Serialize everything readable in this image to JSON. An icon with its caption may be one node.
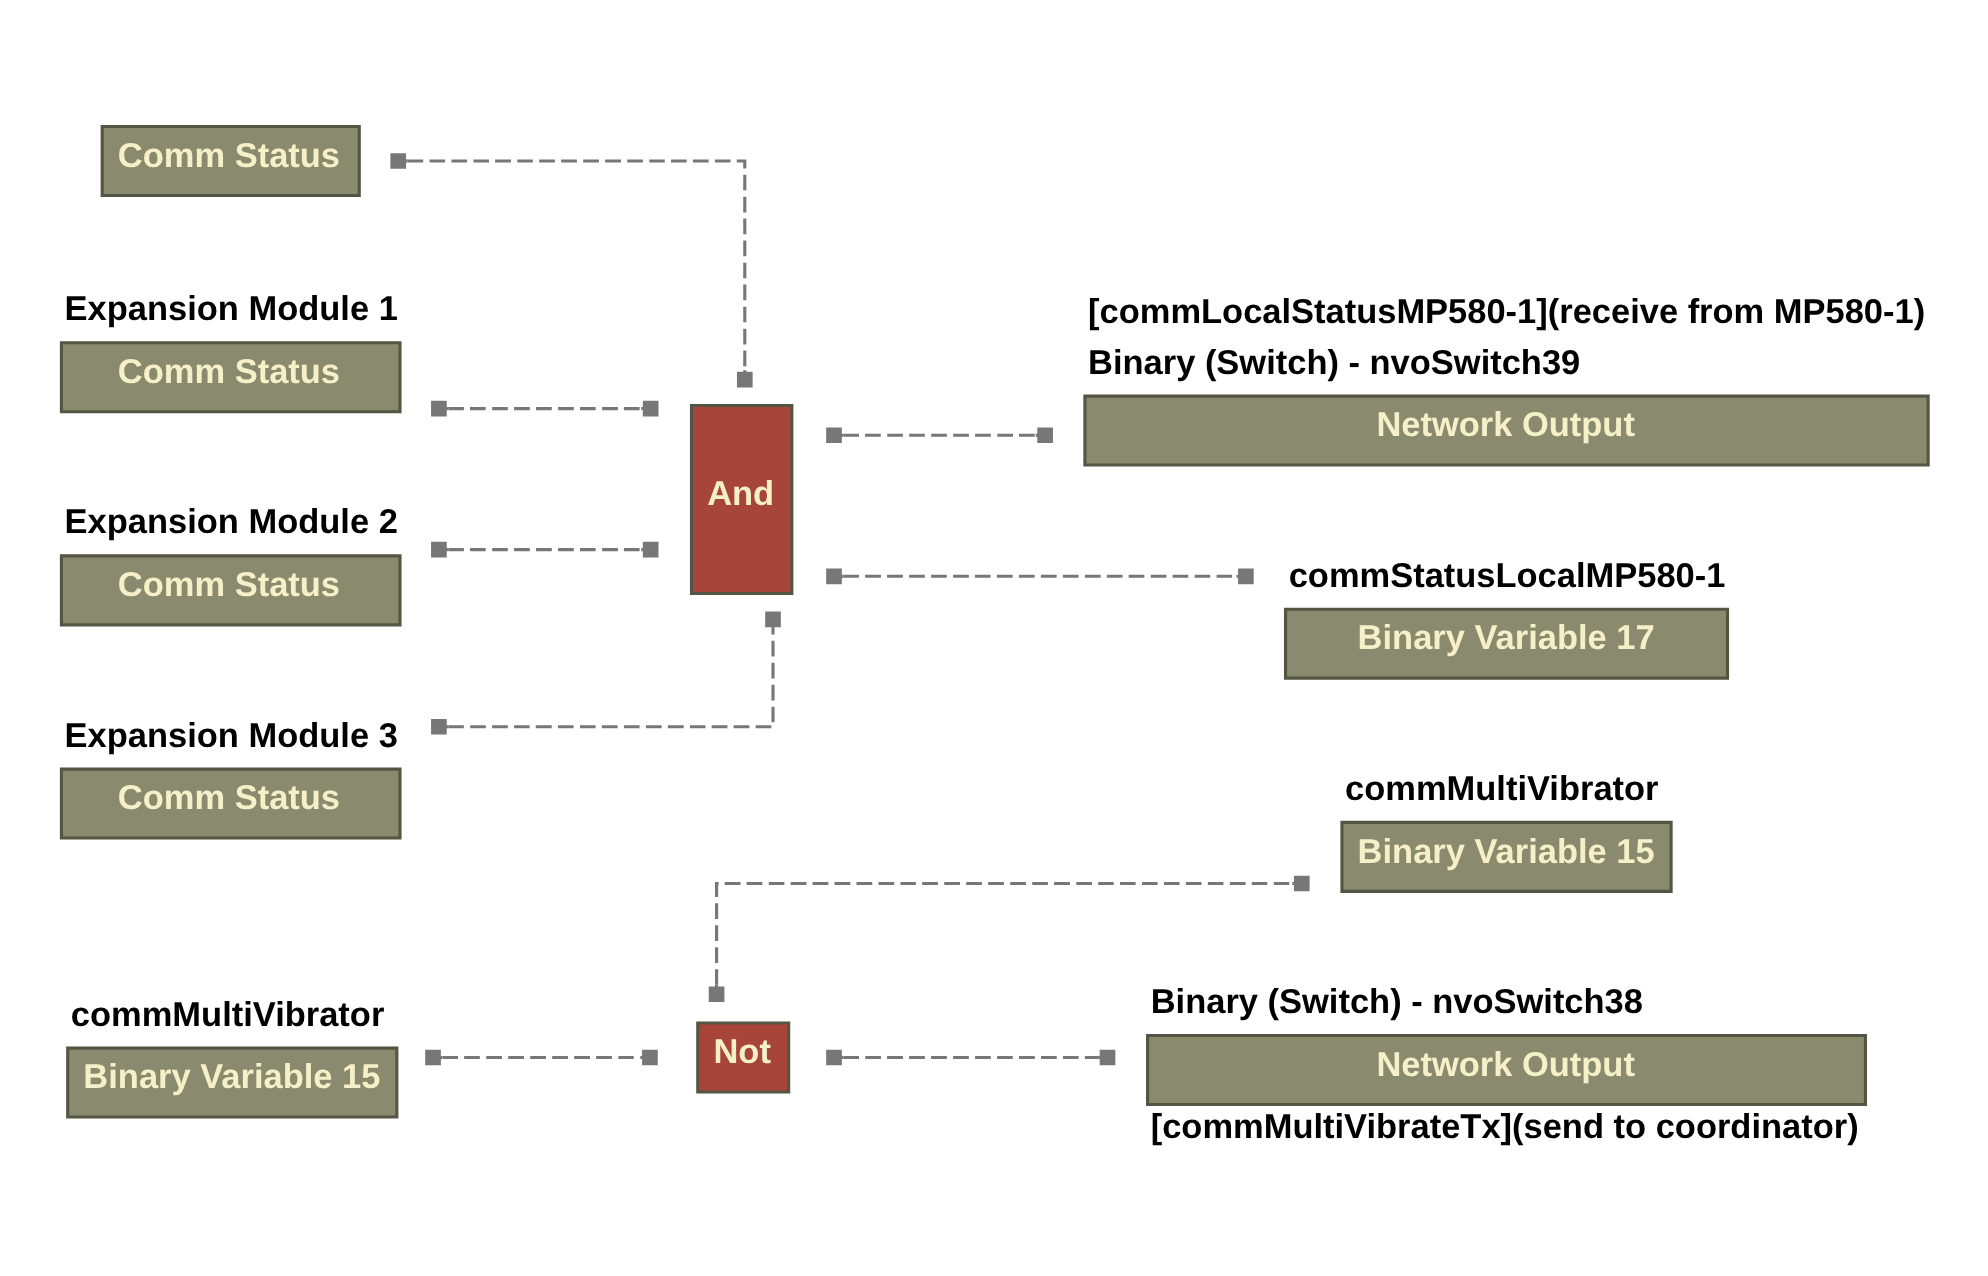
{
  "diagram": {
    "nodes": [
      {
        "text": [
          "commMultiVibrator",
          "Binary Variable 15"
        ]
      },
      {
        "text": [
          "Not"
        ]
      },
      {
        "text": [
          "commMultiVibrator",
          "Binary Variable 15"
        ]
      },
      {
        "text": [
          "Binary (Switch) - nvoSwitch38",
          "Network Output"
        ],
        "beside": [
          "[commMultiVibrateTx](send to coordinator)"
        ]
      },
      {
        "text": [
          "Comm Status"
        ]
      },
      {
        "text": [
          "Expansion Module 1",
          "Comm Status"
        ]
      },
      {
        "text": [
          "Expansion Module 2",
          "Comm Status"
        ]
      },
      {
        "text": [
          "Expansion Module 3",
          "Comm Status"
        ]
      },
      {
        "text": [
          "And"
        ]
      },
      {
        "text": [
          "[commLocalStatusMP580-1](receive from MP580-1)",
          "Binary (Switch) - nvoSwitch39",
          "Network Output"
        ]
      },
      {
        "text": [
          "commStatusLocalMP580-1",
          "Binary Variable 17"
        ]
      }
    ],
    "edges": [
      {
        "from": 0,
        "to": 1,
        "arrow": "other",
        "style": "dashed"
      },
      {
        "from": 1,
        "to": 2,
        "arrow": "other",
        "style": "dashed"
      },
      {
        "from": 1,
        "to": 3,
        "arrow": "other",
        "style": "dashed"
      },
      {
        "from": 4,
        "to": 8,
        "arrow": "other",
        "style": "dashed"
      },
      {
        "from": 5,
        "to": 8,
        "arrow": "other",
        "style": "dashed"
      },
      {
        "from": 6,
        "to": 8,
        "arrow": "other",
        "style": "dashed"
      },
      {
        "from": 7,
        "to": 8,
        "arrow": "other",
        "style": "dashed"
      },
      {
        "from": 8,
        "to": 9,
        "arrow": "other",
        "style": "dashed"
      },
      {
        "from": 8,
        "to": 10,
        "arrow": "other",
        "style": "dashed"
      }
    ]
  }
}
